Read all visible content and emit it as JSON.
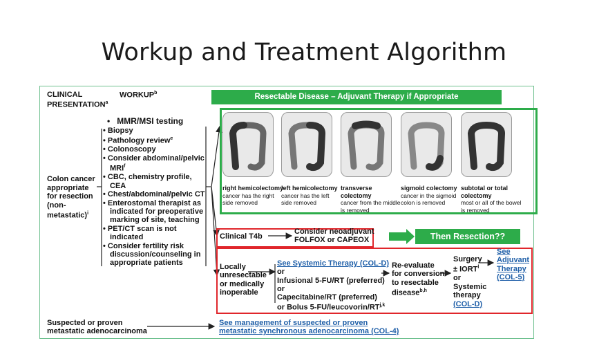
{
  "slide": {
    "title": "Workup and Treatment Algorithm"
  },
  "headers": {
    "clinical": "CLINICAL",
    "presentation": "PRESENTATION",
    "presentation_sup": "a",
    "workup": "WORKUP",
    "workup_sup": "b"
  },
  "mmr_note": "MMR/MSI testing",
  "workup_items": [
    "• Biopsy",
    "• Pathology review",
    "• Colonoscopy",
    "• Consider abdominal/pelvic MRI",
    "• CBC, chemistry profile, CEA",
    "• Chest/abdominal/pelvic CT",
    "• Enterostomal therapist as indicated for preoperative marking of site, teaching",
    "• PET/CT scan is not indicated",
    "• Consider fertility risk discussion/counseling in appropriate patients"
  ],
  "workup_sups": {
    "pathology": "e",
    "mri": "f"
  },
  "presentation": {
    "line1": "Colon cancer",
    "line2": "appropriate",
    "line3": "for resection",
    "line4": "(non-",
    "line5": "metastatic)",
    "sup": "i"
  },
  "resectable": {
    "banner": "Resectable Disease – Adjuvant Therapy if Appropriate",
    "procedures": [
      {
        "name": "right hemicolectomy",
        "desc1": "cancer has the right",
        "desc2": "side removed",
        "desc3": ""
      },
      {
        "name": "left hemicolectomy",
        "desc1": "cancer has the left",
        "desc2": "side removed",
        "desc3": ""
      },
      {
        "name": "transverse colectomy",
        "desc1": "cancer from the middle",
        "desc2": "is removed",
        "desc3": ""
      },
      {
        "name": "sigmoid colectomy",
        "desc1": "cancer in the sigmoid",
        "desc2": "colon is removed",
        "desc3": ""
      },
      {
        "name": "subtotal or total colectomy",
        "desc1": "most or all of the bowel",
        "desc2": "is removed",
        "desc3": ""
      }
    ]
  },
  "t4b": {
    "label": "Clinical T4b",
    "option1": "Consider neoadjuvant",
    "option2": "FOLFOX or CAPEOX",
    "then": "Then Resection??"
  },
  "unresectable": {
    "label1": "Locally",
    "label2": "unresectable",
    "label3": "or medically",
    "label4": "inoperable",
    "link": "See Systemic Therapy (COL-D)",
    "or1": "or",
    "opt1": "Infusional 5-FU/RT (preferred)",
    "or2": "or",
    "opt2": "Capecitabine/RT (preferred)",
    "or3": "or",
    "opt3": "Bolus 5-FU/leucovorin/RT",
    "opt3_sup": "j,k",
    "reeval1": "Re-evaluate",
    "reeval2": "for conversion",
    "reeval3": "to resectable",
    "reeval4": "disease",
    "reeval_sup": "b,h",
    "surg1": "Surgery",
    "surg2": "± IORT",
    "surg2_sup": "l",
    "surg3": "or",
    "surg4": "Systemic",
    "surg5": "therapy",
    "surg6": "(COL-D)",
    "adj1": "See",
    "adj2": "Adjuvant",
    "adj3": "Therapy",
    "adj4": "(COL-5)"
  },
  "metastatic": {
    "label1": "Suspected or proven",
    "label2": "metastatic adenocarcinoma",
    "link1": "See management of suspected or proven",
    "link2": "metastatic synchronous adenocarcinoma (COL-4)"
  },
  "colors": {
    "green": "#2dac4a",
    "red": "#e0262b",
    "link": "#1f5fa8"
  }
}
